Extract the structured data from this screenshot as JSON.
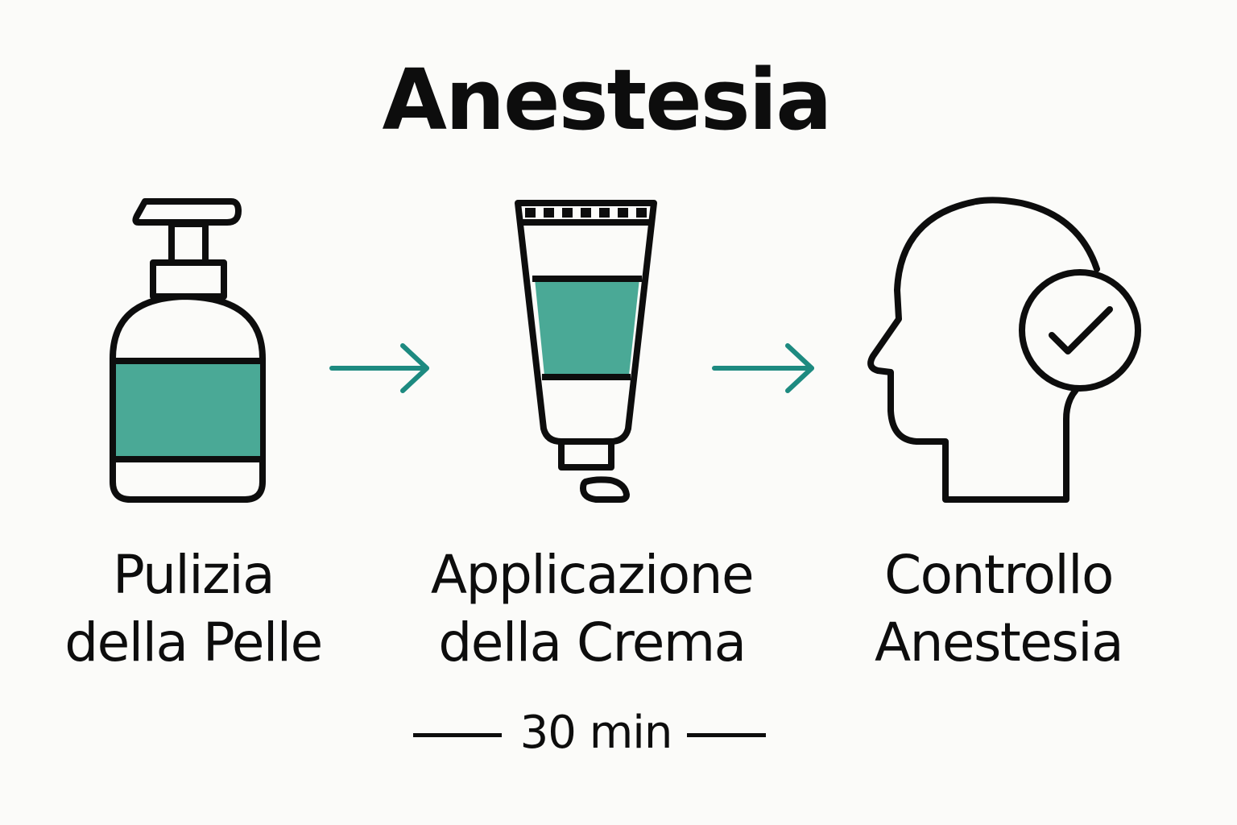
{
  "title": "Anestesia",
  "steps": [
    {
      "icon": "soap-bottle-icon",
      "line1": "Pulizia",
      "line2": "della Pelle"
    },
    {
      "icon": "cream-tube-icon",
      "line1": "Applicazione",
      "line2": "della Crema"
    },
    {
      "icon": "head-check-icon",
      "line1": "Controllo",
      "line2": "Anestesia"
    }
  ],
  "duration": "30 min",
  "colors": {
    "accent": "#4aa996",
    "arrow": "#1d8a80",
    "stroke": "#0d0d0d",
    "background": "#fbfbf9"
  }
}
